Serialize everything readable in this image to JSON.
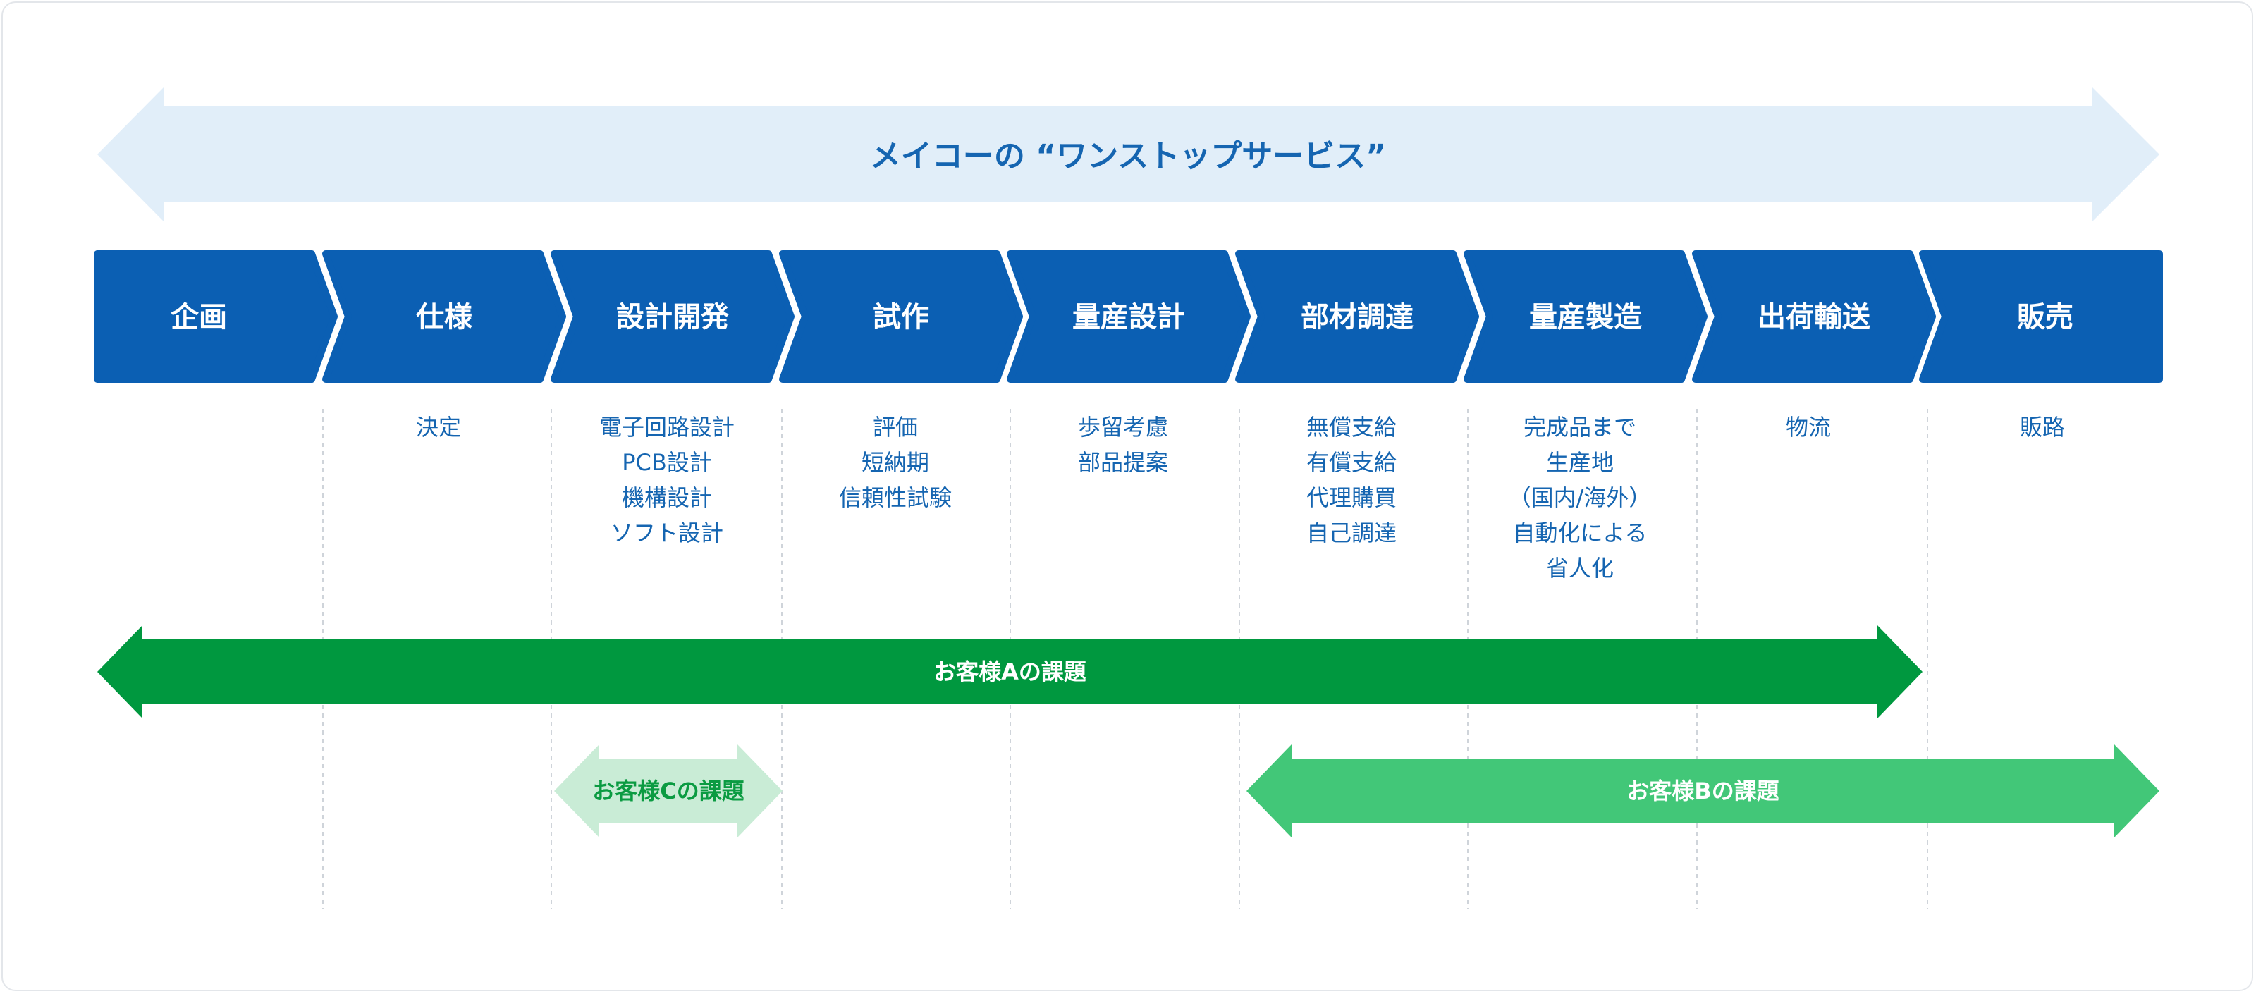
{
  "banner": {
    "title": "メイコーの “ワンストップサービス”"
  },
  "steps": [
    {
      "label": "企画",
      "details": []
    },
    {
      "label": "仕様",
      "details": [
        "決定"
      ]
    },
    {
      "label": "設計開発",
      "details": [
        "電子回路設計",
        "PCB設計",
        "機構設計",
        "ソフト設計"
      ]
    },
    {
      "label": "試作",
      "details": [
        "評価",
        "短納期",
        "信頼性試験"
      ]
    },
    {
      "label": "量産設計",
      "details": [
        "歩留考慮",
        "部品提案"
      ]
    },
    {
      "label": "部材調達",
      "details": [
        "無償支給",
        "有償支給",
        "代理購買",
        "自己調達"
      ]
    },
    {
      "label": "量産製造",
      "details": [
        "完成品まで",
        "生産地",
        "（国内/海外）",
        "自動化による",
        "省人化"
      ]
    },
    {
      "label": "出荷輸送",
      "details": [
        "物流"
      ]
    },
    {
      "label": "販売",
      "details": [
        "販路"
      ]
    }
  ],
  "customer_bars": [
    {
      "label": "お客様Aの課題",
      "from_step": 0,
      "to_step": 7,
      "tone": "dark-green"
    },
    {
      "label": "お客様Cの課題",
      "from_step": 2,
      "to_step": 2,
      "tone": "pale-green"
    },
    {
      "label": "お客様Bの課題",
      "from_step": 5,
      "to_step": 8,
      "tone": "light-green"
    }
  ],
  "colors": {
    "banner_fill": "#e1eef9",
    "banner_text": "#1565b1",
    "step_fill": "#0b5fb3",
    "step_text": "#ffffff",
    "detail_text": "#1565b1",
    "bar_dark": "#00983f",
    "bar_light": "#42c778",
    "bar_pale": "#c9ecd6",
    "bar_pale_text": "#0b9b42",
    "divider": "#cfd4da"
  }
}
